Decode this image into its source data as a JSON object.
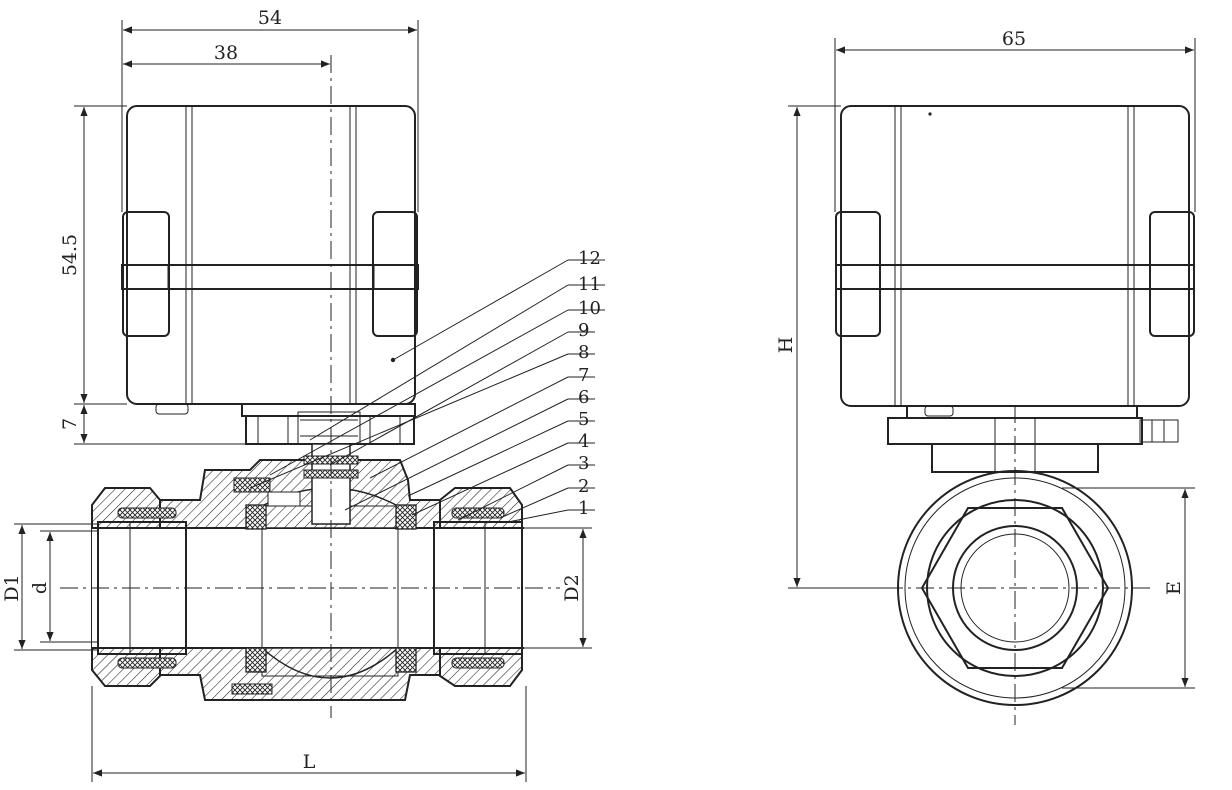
{
  "dimensions": {
    "width_overall": "54",
    "width_to_axis": "38",
    "actuator_height": "54.5",
    "bracket_height": "7",
    "side_width": "65",
    "height_total": "H",
    "length": "L",
    "d1": "D1",
    "d": "d",
    "d2": "D2",
    "e": "E"
  },
  "part_numbers": [
    "12",
    "11",
    "10",
    "9",
    "8",
    "7",
    "6",
    "5",
    "4",
    "3",
    "2",
    "1"
  ]
}
